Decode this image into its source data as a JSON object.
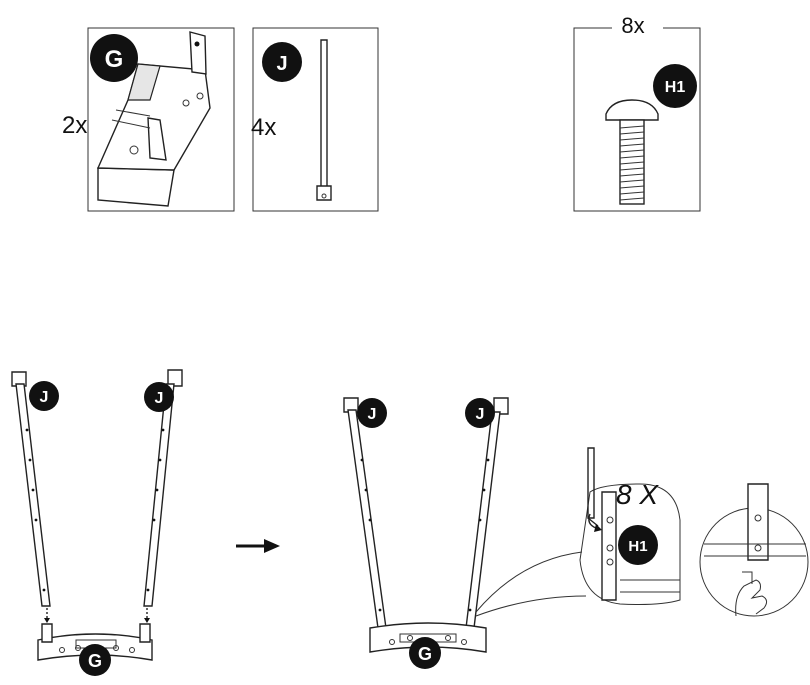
{
  "parts": {
    "g": {
      "badge": "G",
      "quantity": "2x"
    },
    "j": {
      "badge": "J",
      "quantity": "4x"
    },
    "h1": {
      "badge": "H1",
      "quantity": "8x"
    }
  },
  "step_before": {
    "left_leg_badge": "J",
    "right_leg_badge": "J",
    "base_badge": "G"
  },
  "step_after": {
    "left_leg_badge": "J",
    "right_leg_badge": "J",
    "base_badge": "G"
  },
  "detail": {
    "screw_badge": "H1",
    "count_mark": "8 X"
  },
  "colors": {
    "badge": "#111111",
    "line": "#222222"
  }
}
